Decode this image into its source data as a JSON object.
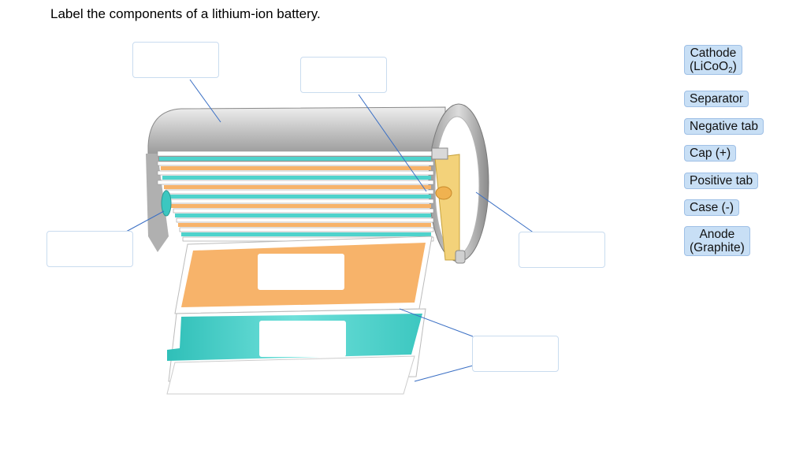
{
  "question": "Label the components of a lithium-ion battery.",
  "label_bank": [
    {
      "text": "Cathode",
      "text2": "(LiCoO",
      "sub": "2",
      "text2_end": ")"
    },
    {
      "text": "Separator"
    },
    {
      "text": "Negative tab"
    },
    {
      "text": "Cap (+)"
    },
    {
      "text": "Positive tab"
    },
    {
      "text": "Case (-)"
    },
    {
      "text": "Anode",
      "text2": "(Graphite)"
    }
  ],
  "colors": {
    "cathode": "#f7b36a",
    "anode": "#4fd3cc",
    "case": "#c9c9c9",
    "cap": "#f3d27a",
    "leader_line": "#3a6fc4",
    "chip_bg": "#c8dff5"
  }
}
